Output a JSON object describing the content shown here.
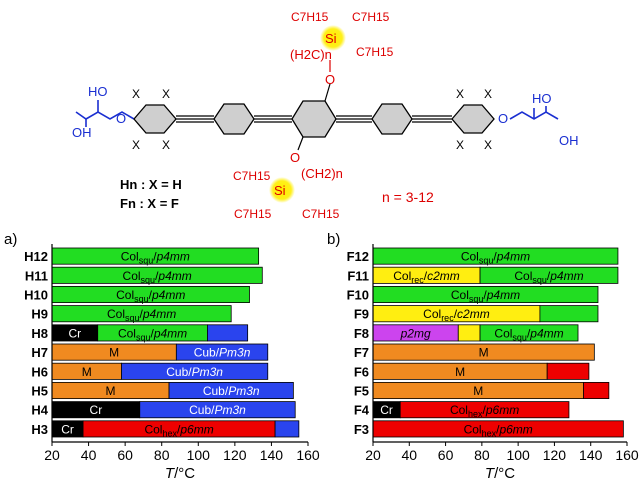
{
  "colors": {
    "Col_squ": "#22dd22",
    "Col_rec": "#ffee11",
    "Col_hex": "#ee0000",
    "Cub": "#2a44ee",
    "M": "#f08a20",
    "Cr": "#000000",
    "p2mg": "#cc44ee",
    "bond": "#000000",
    "ether": "#1a2fd1",
    "chain": "#dd0000",
    "si_highlight": "#ffee00",
    "ring_fill": "#cfcfcf"
  },
  "structure": {
    "si_label": "Si",
    "c7h15_label": "C7H15",
    "chain_top": "(H2C)n",
    "chain_bottom": "(CH2)n",
    "oxygen_label": "O",
    "substituent_label": "X",
    "oh_label": "OH",
    "ho_label": "HO",
    "legend_h": "Hn : X = H",
    "legend_f": "Fn : X = F",
    "n_range": "n = 3-12"
  },
  "chart_data": [
    {
      "type": "bar",
      "panel_label": "a)",
      "xlabel": "T/°C",
      "xlim": [
        20,
        160
      ],
      "xticks": [
        20,
        40,
        60,
        80,
        100,
        120,
        140,
        160
      ],
      "categories": [
        "H12",
        "H11",
        "H10",
        "H9",
        "H8",
        "H7",
        "H6",
        "H5",
        "H4",
        "H3"
      ],
      "bars": [
        [
          {
            "phase": "Col_squ",
            "from": 20,
            "to": 133,
            "label": "Colsqu/p4mm"
          }
        ],
        [
          {
            "phase": "Col_squ",
            "from": 20,
            "to": 135,
            "label": "Colsqu/p4mm"
          }
        ],
        [
          {
            "phase": "Col_squ",
            "from": 20,
            "to": 128,
            "label": "Colsqu/p4mm"
          }
        ],
        [
          {
            "phase": "Col_squ",
            "from": 20,
            "to": 118,
            "label": "Colsqu/p4mm"
          }
        ],
        [
          {
            "phase": "Cr",
            "from": 20,
            "to": 45,
            "label": "Cr"
          },
          {
            "phase": "Col_squ",
            "from": 45,
            "to": 105,
            "label": "Colsqu/p4mm"
          },
          {
            "phase": "Cub",
            "from": 105,
            "to": 127,
            "label": ""
          }
        ],
        [
          {
            "phase": "M",
            "from": 20,
            "to": 88,
            "label": "M"
          },
          {
            "phase": "Cub",
            "from": 88,
            "to": 138,
            "label": "Cub/Pm3n"
          }
        ],
        [
          {
            "phase": "M",
            "from": 20,
            "to": 58,
            "label": "M"
          },
          {
            "phase": "Cub",
            "from": 58,
            "to": 138,
            "label": "Cub/Pm3n"
          }
        ],
        [
          {
            "phase": "M",
            "from": 20,
            "to": 84,
            "label": "M"
          },
          {
            "phase": "Cub",
            "from": 84,
            "to": 152,
            "label": "Cub/Pm3n"
          }
        ],
        [
          {
            "phase": "Cr",
            "from": 20,
            "to": 68,
            "label": "Cr"
          },
          {
            "phase": "Cub",
            "from": 68,
            "to": 153,
            "label": "Cub/Pm3n"
          }
        ],
        [
          {
            "phase": "Cr",
            "from": 20,
            "to": 37,
            "label": "Cr"
          },
          {
            "phase": "Col_hex",
            "from": 37,
            "to": 142,
            "label": "Colhex/p6mm"
          },
          {
            "phase": "Cub",
            "from": 142,
            "to": 155,
            "label": ""
          }
        ]
      ]
    },
    {
      "type": "bar",
      "panel_label": "b)",
      "xlabel": "T/°C",
      "xlim": [
        20,
        160
      ],
      "xticks": [
        20,
        40,
        60,
        80,
        100,
        120,
        140,
        160
      ],
      "categories": [
        "F12",
        "F11",
        "F10",
        "F9",
        "F8",
        "F7",
        "F6",
        "F5",
        "F4",
        "F3"
      ],
      "bars": [
        [
          {
            "phase": "Col_squ",
            "from": 20,
            "to": 155,
            "label": "Colsqu/p4mm"
          }
        ],
        [
          {
            "phase": "Col_rec",
            "from": 20,
            "to": 79,
            "label": "Colrec/c2mm"
          },
          {
            "phase": "Col_squ",
            "from": 79,
            "to": 155,
            "label": "Colsqu/p4mm"
          }
        ],
        [
          {
            "phase": "Col_squ",
            "from": 20,
            "to": 144,
            "label": "Colsqu/p4mm"
          }
        ],
        [
          {
            "phase": "Col_rec",
            "from": 20,
            "to": 112,
            "label": "Colrec/c2mm"
          },
          {
            "phase": "Col_squ",
            "from": 112,
            "to": 144,
            "label": ""
          }
        ],
        [
          {
            "phase": "p2mg",
            "from": 20,
            "to": 67,
            "label": "p2mg"
          },
          {
            "phase": "Col_rec",
            "from": 67,
            "to": 79,
            "label": ""
          },
          {
            "phase": "Col_squ",
            "from": 79,
            "to": 133,
            "label": "Colsqu/p4mm"
          }
        ],
        [
          {
            "phase": "M",
            "from": 20,
            "to": 142,
            "label": "M"
          }
        ],
        [
          {
            "phase": "M",
            "from": 20,
            "to": 116,
            "label": "M"
          },
          {
            "phase": "Col_hex",
            "from": 116,
            "to": 139,
            "label": ""
          }
        ],
        [
          {
            "phase": "M",
            "from": 20,
            "to": 136,
            "label": "M"
          },
          {
            "phase": "Col_hex",
            "from": 136,
            "to": 150,
            "label": ""
          }
        ],
        [
          {
            "phase": "Cr",
            "from": 20,
            "to": 35,
            "label": "Cr"
          },
          {
            "phase": "Col_hex",
            "from": 35,
            "to": 128,
            "label": "Colhex/p6mm"
          }
        ],
        [
          {
            "phase": "Col_hex",
            "from": 20,
            "to": 158,
            "label": "Colhex/p6mm"
          }
        ]
      ]
    }
  ]
}
